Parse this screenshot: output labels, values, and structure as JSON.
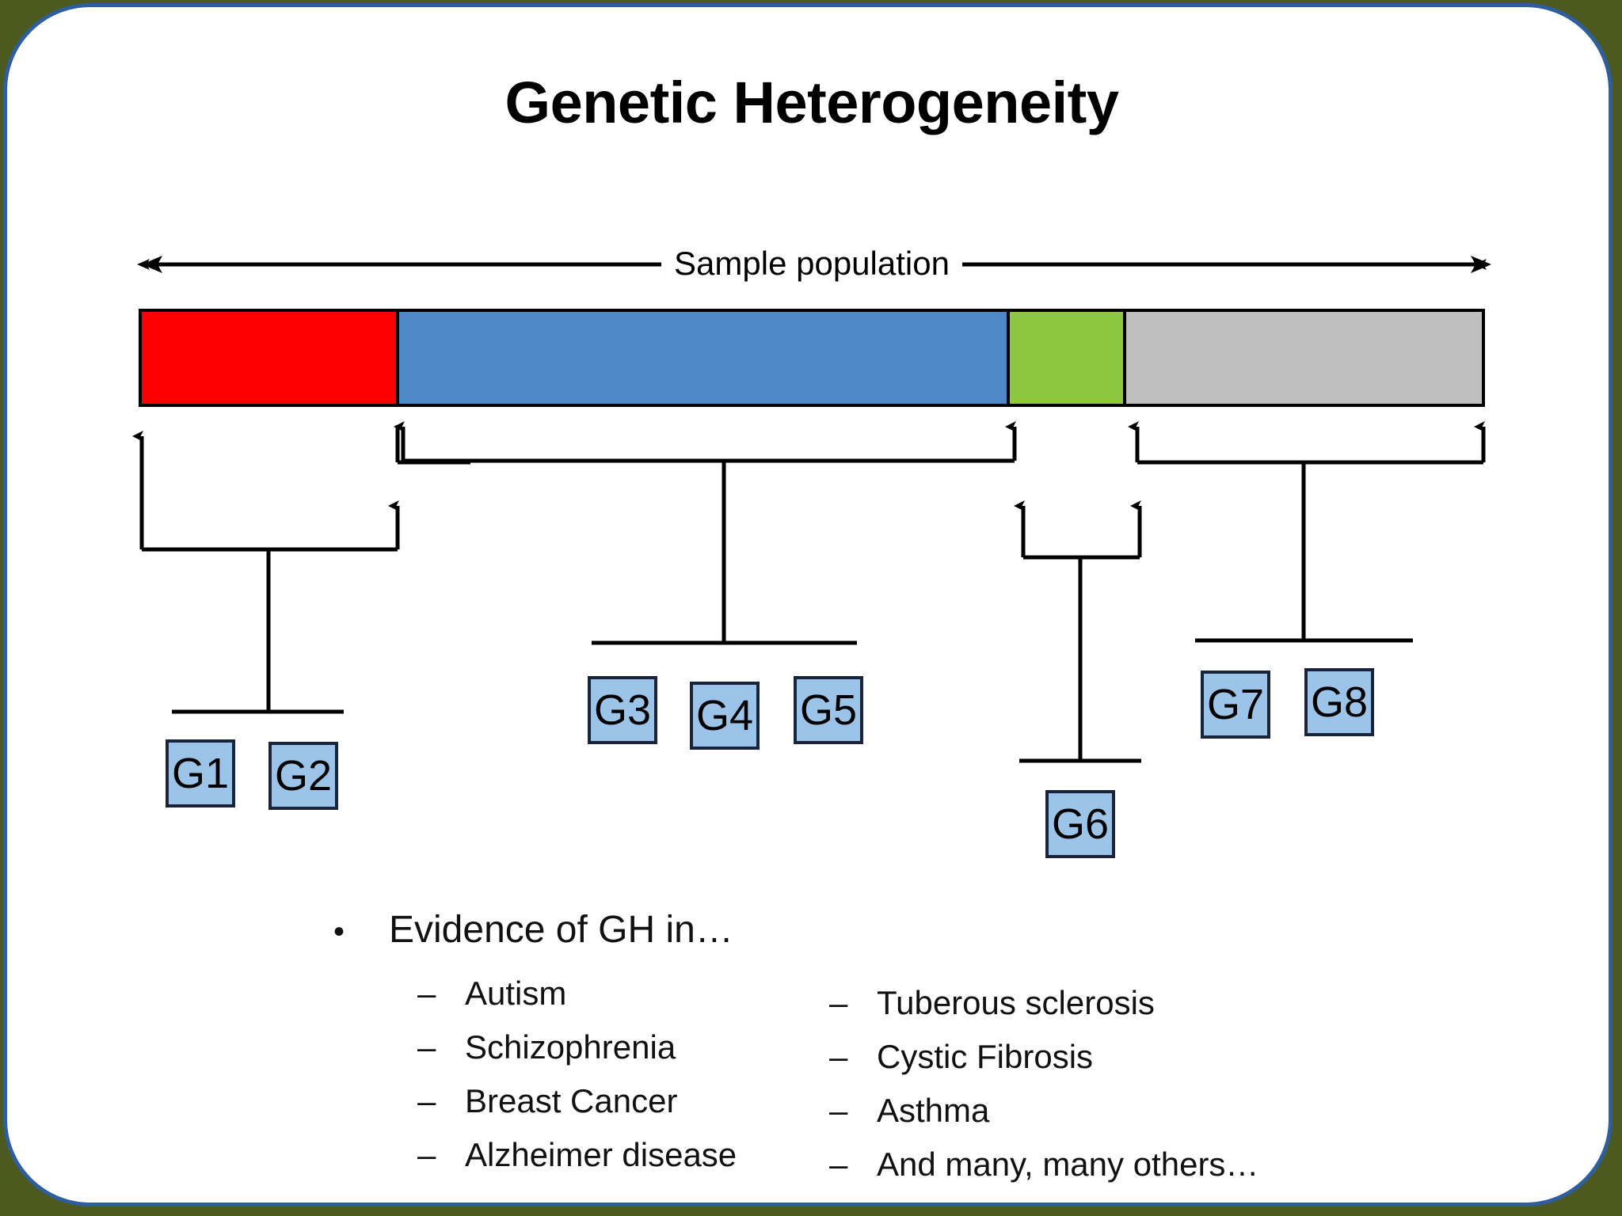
{
  "slide": {
    "title": "Genetic Heterogeneity",
    "background_color": "#4d5a1f",
    "card_color": "#ffffff",
    "card_border_color": "#2e5e9e"
  },
  "axis": {
    "label": "Sample population",
    "arrow_left": "left-arrowhead",
    "arrow_right": "right-arrowhead"
  },
  "bar": {
    "segments": [
      {
        "name": "segment-red",
        "color": "#fe0000",
        "start_pct": 0.0,
        "end_pct": 19.2
      },
      {
        "name": "segment-blue",
        "color": "#4e88c7",
        "start_pct": 19.2,
        "end_pct": 64.7
      },
      {
        "name": "segment-green",
        "color": "#8dc63f",
        "start_pct": 64.7,
        "end_pct": 73.4
      },
      {
        "name": "segment-gray",
        "color": "#bfbfbf",
        "start_pct": 73.4,
        "end_pct": 100.0
      }
    ],
    "outline_color": "#000000"
  },
  "gene_boxes": [
    {
      "id": "G1",
      "label": "G1",
      "group": "segment-red"
    },
    {
      "id": "G2",
      "label": "G2",
      "group": "segment-red"
    },
    {
      "id": "G3",
      "label": "G3",
      "group": "segment-blue"
    },
    {
      "id": "G4",
      "label": "G4",
      "group": "segment-blue"
    },
    {
      "id": "G5",
      "label": "G5",
      "group": "segment-blue"
    },
    {
      "id": "G6",
      "label": "G6",
      "group": "segment-green"
    },
    {
      "id": "G7",
      "label": "G7",
      "group": "segment-gray"
    },
    {
      "id": "G8",
      "label": "G8",
      "group": "segment-gray"
    }
  ],
  "box_style": {
    "fill": "#9cc3e8",
    "border": "#17243c"
  },
  "bullets": {
    "heading": "Evidence of GH in…",
    "bullet_glyph": "•",
    "dash_glyph": "–",
    "left_column": [
      "Autism",
      "Schizophrenia",
      "Breast Cancer",
      "Alzheimer disease"
    ],
    "right_column": [
      "Tuberous sclerosis",
      "Cystic Fibrosis",
      "Asthma",
      "And many, many others…"
    ]
  }
}
